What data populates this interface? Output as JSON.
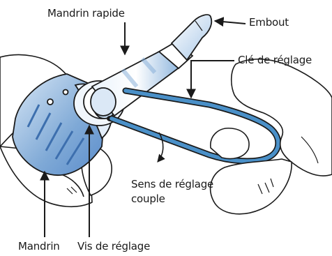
{
  "labels": {
    "mandrin_rapide": "Mandrin rapide",
    "embout": "Embout",
    "cle_de_reglage": "Clé de réglage",
    "sens_line1": "Sens de réglage",
    "sens_line2": "couple",
    "mandrin": "Mandrin",
    "vis_de_reglage": "Vis de réglage"
  },
  "colors": {
    "key_blue": "#4a90c8",
    "tool_blue": "#7fb0dc",
    "outline": "#1a1a1a"
  }
}
